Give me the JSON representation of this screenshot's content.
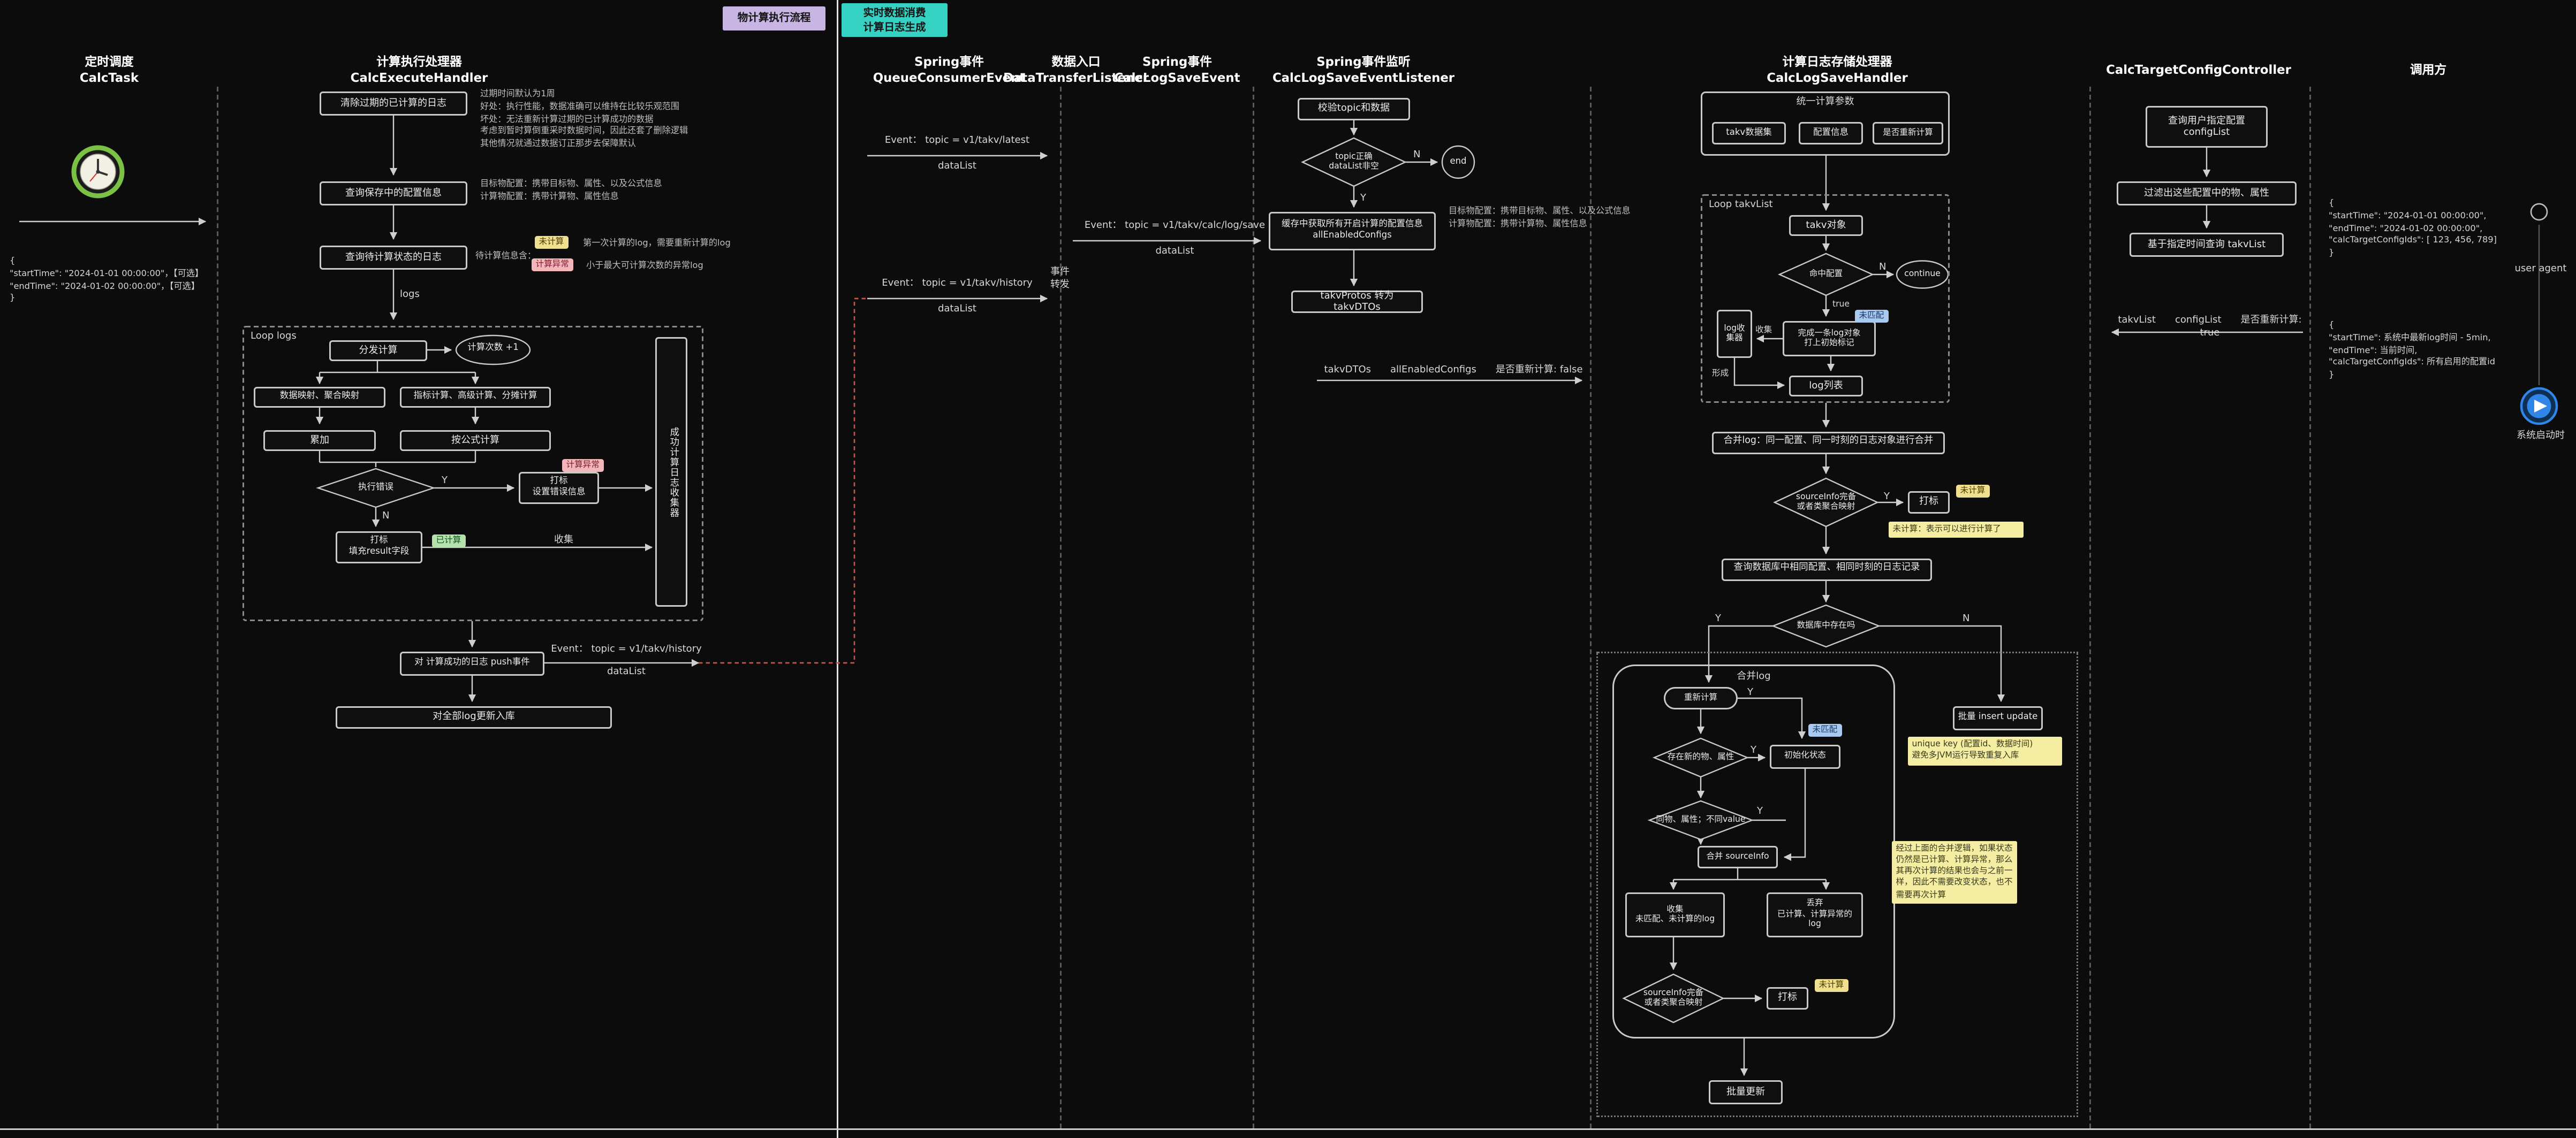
{
  "legend": {
    "flow1": "物计算执行流程",
    "flow2": "实时数据消费\n计算日志生成"
  },
  "labels": {
    "y": "Y",
    "n": "N",
    "true": "true"
  },
  "lanes": {
    "calc_task": "定时调度\nCalcTask",
    "calc_execute": "计算执行处理器\nCalcExecuteHandler",
    "queue_consumer": "Spring事件\nQueueConsumerEvent",
    "data_transfer": "数据入口\nDataTransferListener",
    "calc_log_save_event": "Spring事件\nCalcLogSaveEvent",
    "calc_log_save_listener": "Spring事件监听\nCalcLogSaveEventListener",
    "calc_log_save_handler": "计算日志存储处理器\nCalcLogSaveHandler",
    "calc_target_config": "CalcTargetConfigController",
    "caller_lane": "调用方"
  },
  "task": {
    "payload": "{\n\"startTime\": \"2024-01-01 00:00:00\"，【可选】\n\"endTime\": \"2024-01-02 00:00:00\"，【可选】\n}"
  },
  "exec": {
    "clear_logs": "清除过期的已计算的日志",
    "note_expire": "过期时间默认为1周\n好处：执行性能，数据准确可以维持在比较乐观范围\n坏处：无法重新计算过期的已计算成功的数据\n考虑到暂时算倒重采时数据时间，因此还套了删除逻辑\n其他情况就通过数据订正那步去保障默认",
    "query_config": "查询保存中的配置信息",
    "note_config": "目标物配置：携带目标物、属性、以及公式信息\n计算物配置：携带计算物、属性信息",
    "query_logs": "查询待计算状态的日志",
    "note_pending_title": "待计算信息含：",
    "badge_uncalc": "未计算",
    "note_uncalc": "第一次计算的log，需要重新计算的log",
    "badge_err": "计算异常",
    "note_err": "小于最大可计算次数的异常log",
    "logs": "logs",
    "loop": "Loop logs",
    "dispatch": "分发计算",
    "count": "计算次数 +1",
    "map": "数据映射、聚合映射",
    "indicator": "指标计算、高级计算、分摊计算",
    "accumulate": "累加",
    "formula": "按公式计算",
    "err_check": "执行错误",
    "mark_err": "打标\n设置错误信息",
    "badge_err2": "计算异常",
    "mark_done": "打标\n填充result字段",
    "badge_done": "已计算",
    "collector": "成功计算日志收集器",
    "collect": "收集",
    "push": "对 计算成功的日志 push事件",
    "event_history": "Event： topic = v1/takv/history",
    "datalist": "dataList",
    "update_all": "对全部log更新入库"
  },
  "queue": {
    "event_latest": "Event： topic = v1/takv/latest",
    "datalist1": "dataList",
    "forward": "事件\n转发",
    "event_history": "Event： topic = v1/takv/history",
    "datalist2": "dataList"
  },
  "transfer": {
    "event_save": "Event： topic = v1/takv/calc/log/save",
    "datalist": "dataList"
  },
  "listener": {
    "validate": "校验topic和数据",
    "check": "topic正确\ndataList非空",
    "end": "end",
    "get_configs": "缓存中获取所有开启计算的配置信息\nallEnabledConfigs",
    "note_config": "目标物配置：携带目标物、属性、以及公式信息\n计算物配置：携带计算物、属性信息",
    "convert": "takvProtos 转为 takvDTOs",
    "args": "takvDTOs　　allEnabledConfigs　　是否重新计算: false"
  },
  "handler": {
    "params_title": "统一计算参数",
    "p1": "takv数据集",
    "p2": "配置信息",
    "p3": "是否重新计算",
    "loop": "Loop takvList",
    "takv_obj": "takv对象",
    "hit_config": "命中配置",
    "continue": "continue",
    "log_collector": "log收集器",
    "collect": "收集",
    "create_log": "完成一条log对象\n打上初始标记",
    "badge_unmatch": "未匹配",
    "form": "形成",
    "log_list": "log列表",
    "merge": "合并log：同一配置、同一时刻的日志对象进行合并",
    "source_check": "sourceInfo完备\n或者类聚合映射",
    "mark": "打标",
    "badge_uncalc": "未计算",
    "note_uncalc": "未计算：表示可以进行计算了",
    "query_db": "查询数据库中相同配置、相同时刻的日志记录",
    "db_exists": "数据库中存在吗",
    "merge_title": "合并log",
    "recalc": "重新计算",
    "badge_unmatch2": "未匹配",
    "new_attr": "存在新的物、属性",
    "init_state": "初始化状态",
    "same_attr": "同物、属性；不同value",
    "merge_source": "合并 sourceInfo",
    "collect_box": "收集\n未匹配、未计算的log",
    "discard_box": "丢弃\n已计算、计算异常的log",
    "note_merge": "经过上面的合并逻辑，如果状态仍然是已计算、计算异常，那么其再次计算的结果也会与之前一样，因此不需要改变状态，也不需要再次计算",
    "source_check2": "sourceInfo完备\n或者类聚合映射",
    "mark2": "打标",
    "badge_uncalc2": "未计算",
    "insert_update": "批量 insert update",
    "note_unique": "unique key (配置id、数据时间)\n避免多JVM运行导致重复入库",
    "batch_update": "批量更新"
  },
  "controller": {
    "query_config": "查询用户指定配置\nconfigList",
    "filter": "过滤出这些配置中的物、属性",
    "query_takv": "基于指定时间查询 takvList",
    "args": "takvList　　configList　　是否重新计算: true"
  },
  "caller": {
    "payload1": "{\n\"startTime\": \"2024-01-01 00:00:00\",\n\"endTime\": \"2024-01-02 00:00:00\",\n\"calcTargetConfigIds\": [ 123, 456, 789]\n}",
    "user_agent": "user agent",
    "payload2": "{\n\"startTime\": 系统中最新log时间 - 5min,\n\"endTime\": 当前时间,\n\"calcTargetConfigIds\": 所有启用的配置id\n}",
    "startup": "系统启动时"
  },
  "colors": {
    "background": "#0c0c0c",
    "box_border": "#c9c9c9",
    "legend_purple": "#c7b5e3",
    "legend_teal": "#35d1c3",
    "badge_yellow": "#f0df8e",
    "badge_pink": "#f2b6bb",
    "badge_green": "#b5e2ac",
    "badge_blue": "#a9c9ee",
    "note_yellow": "#f4eda2",
    "red_dashed_link": "#c4544c"
  }
}
